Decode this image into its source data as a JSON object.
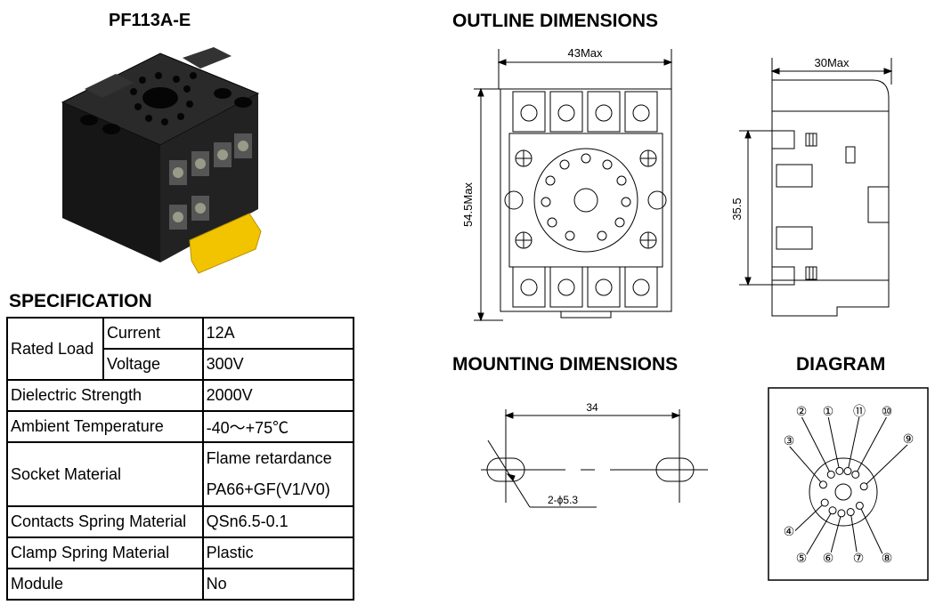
{
  "product": {
    "title": "PF113A-E"
  },
  "specification": {
    "title": "SPECIFICATION",
    "rated_load": {
      "label": "Rated Load",
      "current_label": "Current",
      "current_value": "12A",
      "voltage_label": "Voltage",
      "voltage_value": "300V"
    },
    "rows": [
      {
        "label": "Dielectric Strength",
        "value": "2000V"
      },
      {
        "label": "Ambient Temperature",
        "value": "-40～+75℃"
      },
      {
        "label": "Socket Material",
        "value_line1": "Flame retardance",
        "value_line2": "PA66+GF(V1/V0)"
      },
      {
        "label": "Contacts Spring Material",
        "value": "QSn6.5-0.1"
      },
      {
        "label": "Clamp Spring Material",
        "value": "Plastic"
      },
      {
        "label": "Module",
        "value": "No"
      }
    ]
  },
  "outline": {
    "title": "OUTLINE DIMENSIONS",
    "width_label": "43Max",
    "height_label": "54.5Max",
    "depth_label": "30Max",
    "side_height_label": "35.5"
  },
  "mounting": {
    "title": "MOUNTING DIMENSIONS",
    "spacing_label": "34",
    "hole_label": "2-ϕ5.3"
  },
  "diagram": {
    "title": "DIAGRAM",
    "pins": [
      "①",
      "②",
      "③",
      "④",
      "⑤",
      "⑥",
      "⑦",
      "⑧",
      "⑨",
      "⑩",
      "⑪"
    ]
  },
  "colors": {
    "socket_body": "#1c1c1c",
    "clip": "#f2c400",
    "terminal": "#8a8a7a"
  }
}
